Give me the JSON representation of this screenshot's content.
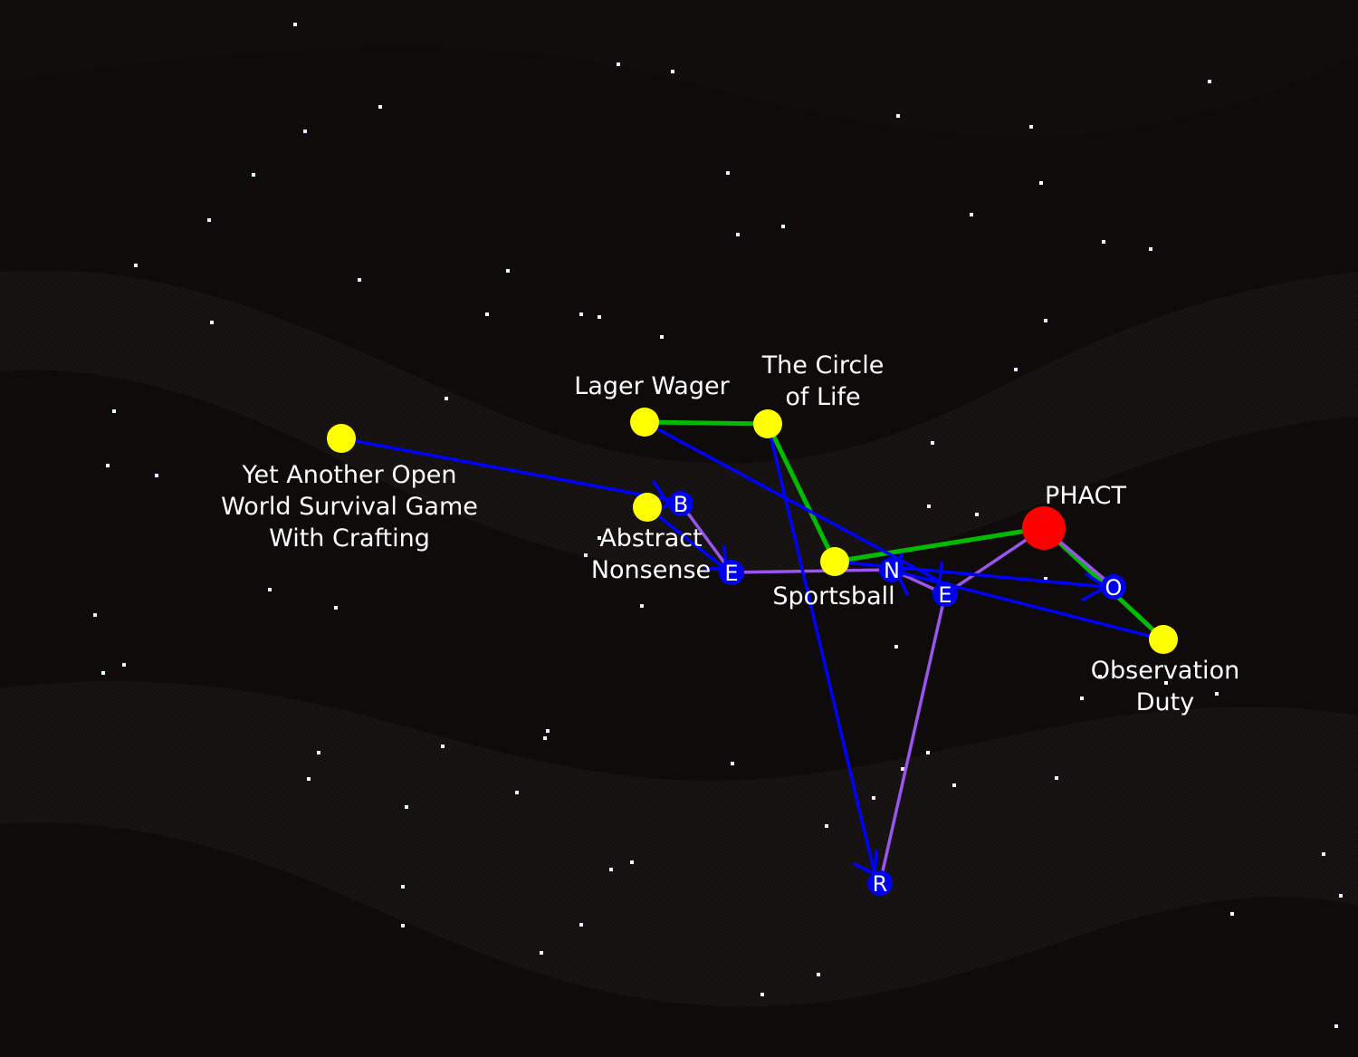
{
  "colors": {
    "background": "#0e0b0a",
    "game_node": "#ffff00",
    "current_node": "#ff0000",
    "track_link": "#00bb00",
    "word_path": "#0000ff",
    "word_link": "#9955ee",
    "letter_token": "#0000ee",
    "star": "#ffffff"
  },
  "nodes": [
    {
      "id": "yet-another",
      "label_lines": [
        "Yet Another Open",
        "World Survival Game",
        "With Crafting"
      ]
    },
    {
      "id": "lager-wager",
      "label_lines": [
        "Lager Wager"
      ]
    },
    {
      "id": "circle-of-life",
      "label_lines": [
        "The Circle",
        "of Life"
      ]
    },
    {
      "id": "abstract-nonsense",
      "label_lines": [
        "Abstract",
        "Nonsense"
      ]
    },
    {
      "id": "sportsball",
      "label_lines": [
        "Sportsball"
      ]
    },
    {
      "id": "phact",
      "label_lines": [
        "PHACT"
      ],
      "current": true
    },
    {
      "id": "observation-duty",
      "label_lines": [
        "Observation",
        "Duty"
      ]
    }
  ],
  "letters": [
    {
      "id": "b",
      "text": "B"
    },
    {
      "id": "e1",
      "text": "E"
    },
    {
      "id": "n",
      "text": "N"
    },
    {
      "id": "e2",
      "text": "E"
    },
    {
      "id": "o",
      "text": "O"
    },
    {
      "id": "r",
      "text": "R"
    }
  ],
  "word": "BENEOR"
}
